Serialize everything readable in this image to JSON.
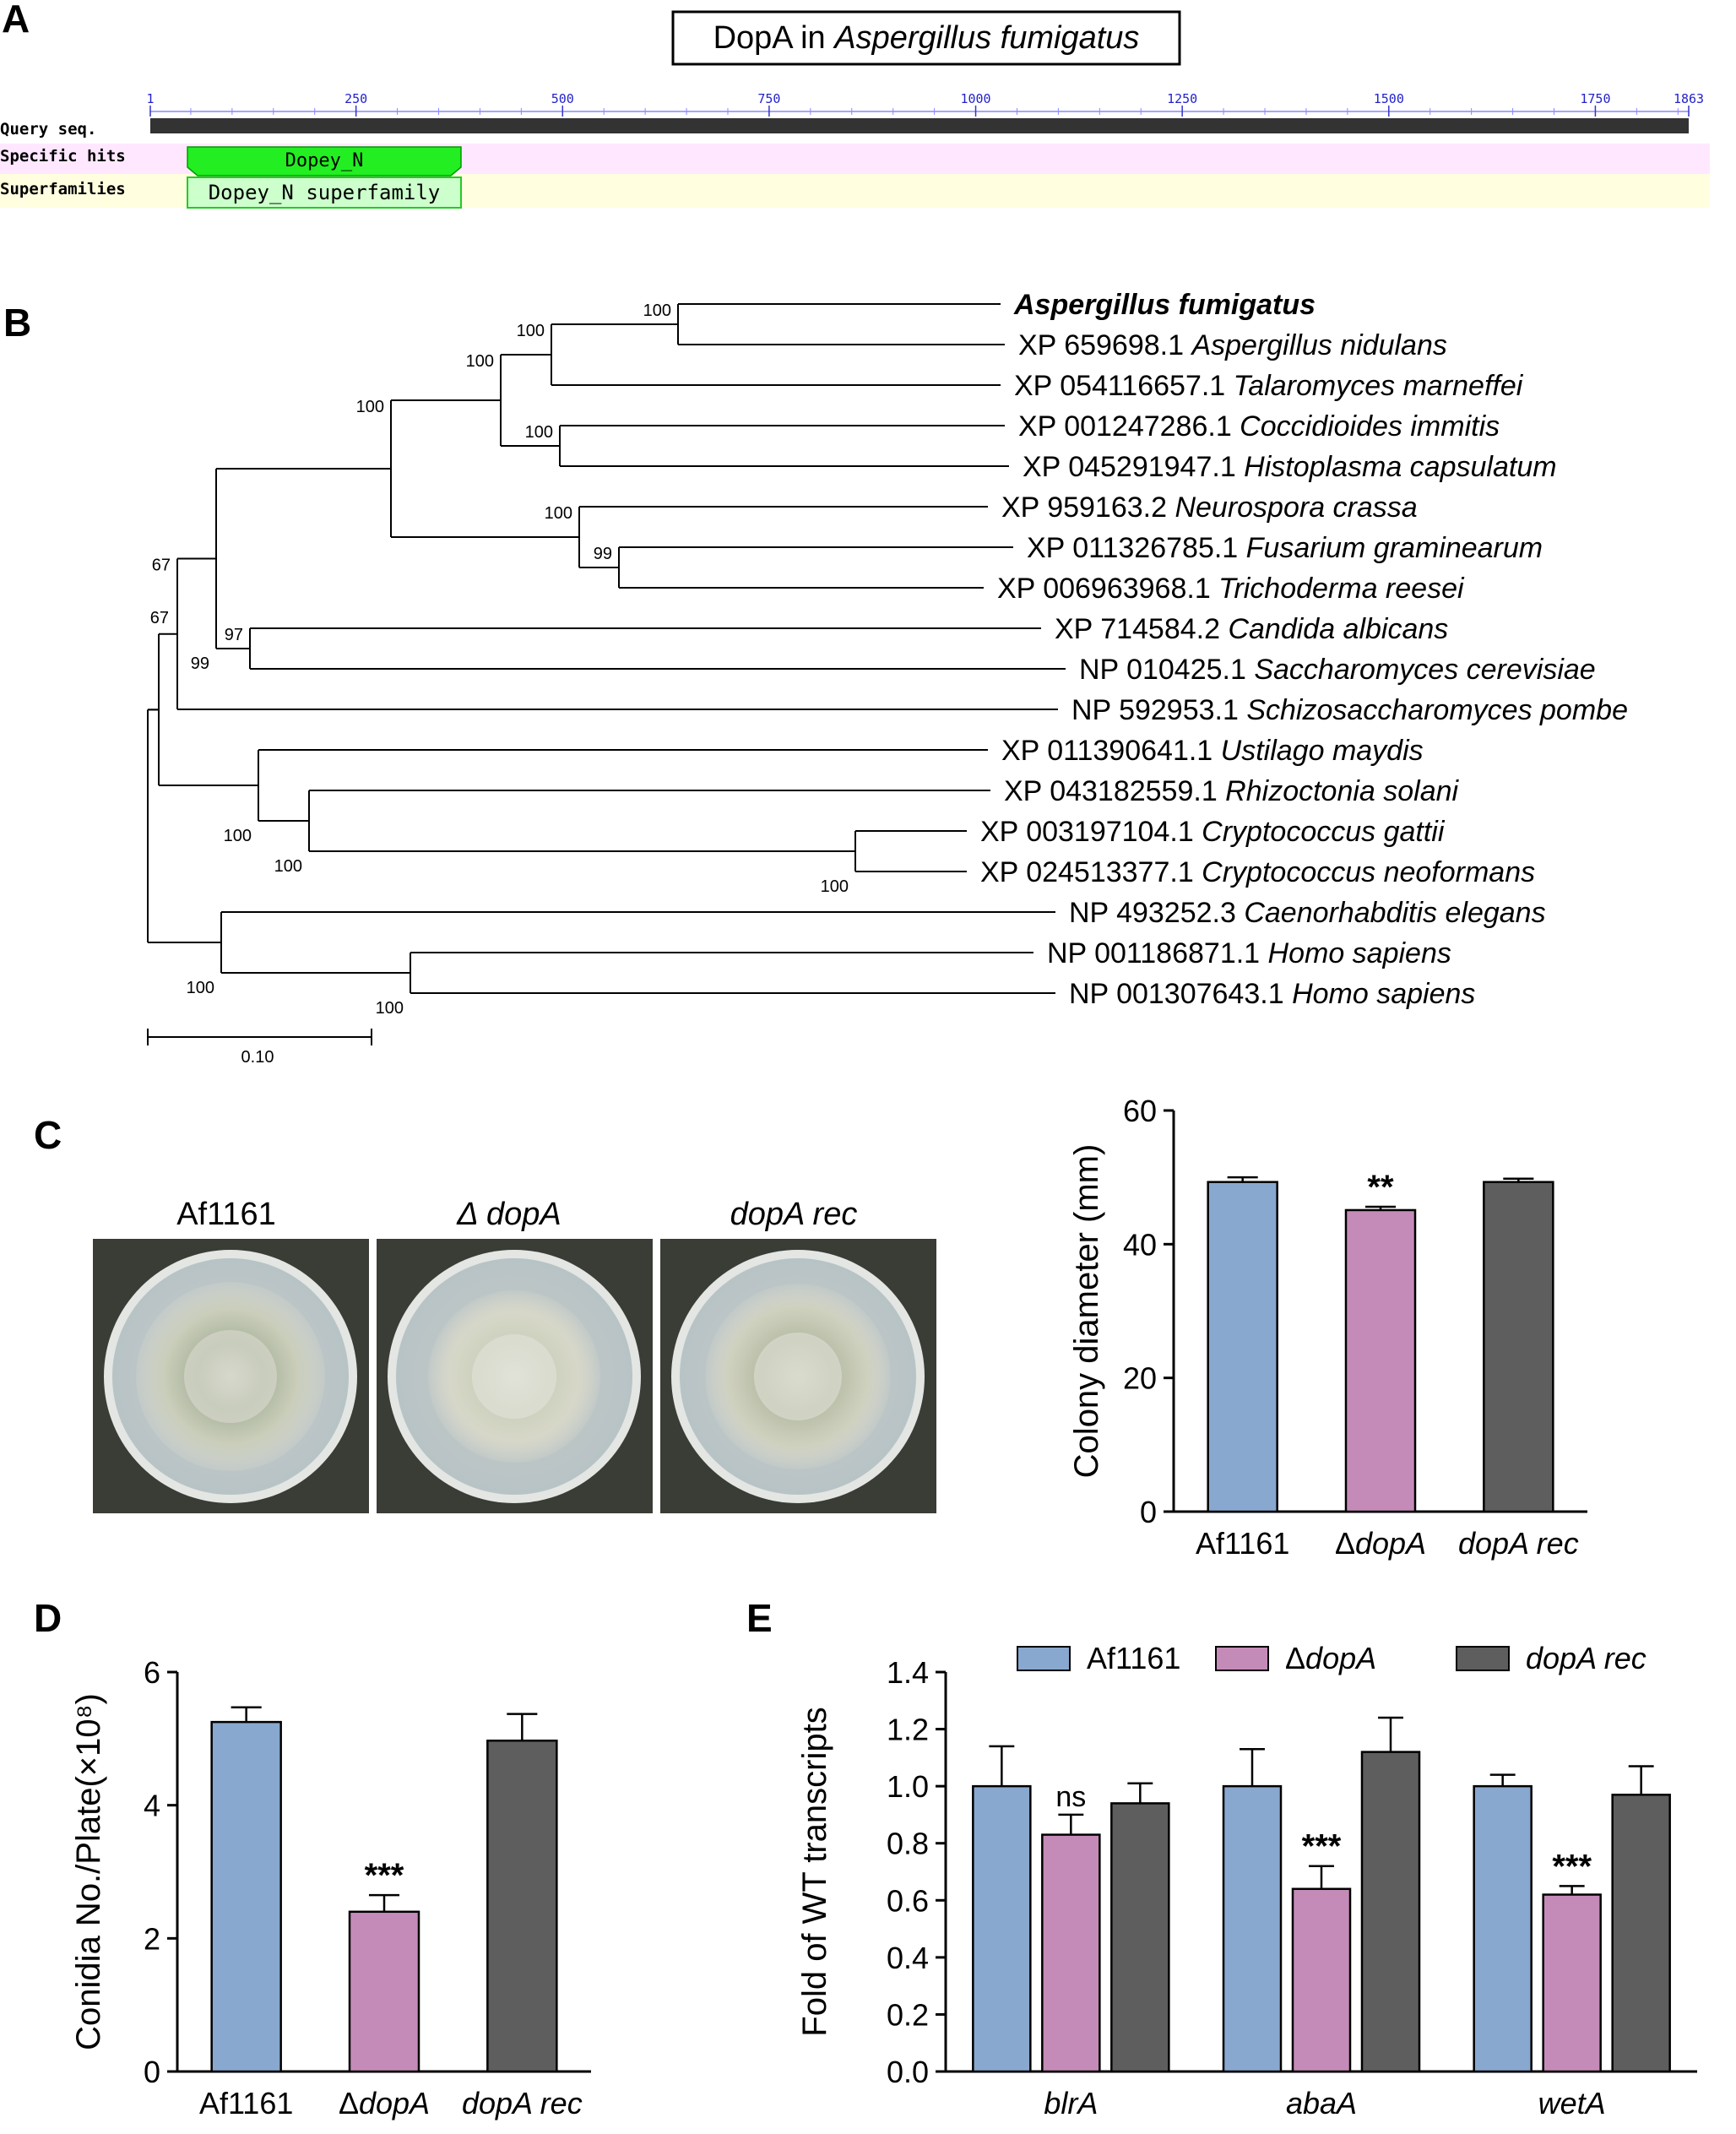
{
  "panels": {
    "a": {
      "letter": "A",
      "title_plain": "DopA in ",
      "title_italic": "Aspergillus fumigatus",
      "ruler_ticks": [
        "1",
        "250",
        "500",
        "750",
        "1000",
        "1250",
        "1500",
        "1750",
        "1863"
      ],
      "row_labels": [
        "Query seq.",
        "Specific hits",
        "Superfamilies"
      ],
      "specific_hit": "Dopey_N",
      "superfamily": "Dopey_N superfamily",
      "colors": {
        "query_bar": "#333333",
        "hit": "#22ee22",
        "superfamily": "#ccffcc",
        "row1": "#ffe8ff",
        "row2": "#ffffe0"
      }
    },
    "b": {
      "letter": "B",
      "taxa": [
        {
          "acc": "",
          "species": "Aspergillus fumigatus",
          "bold": true
        },
        {
          "acc": "XP 659698.1",
          "species": "Aspergillus nidulans"
        },
        {
          "acc": "XP 054116657.1",
          "species": "Talaromyces marneffei"
        },
        {
          "acc": "XP 001247286.1",
          "species": "Coccidioides immitis"
        },
        {
          "acc": "XP 045291947.1",
          "species": "Histoplasma capsulatum"
        },
        {
          "acc": "XP 959163.2",
          "species": "Neurospora crassa"
        },
        {
          "acc": "XP 011326785.1",
          "species": "Fusarium graminearum"
        },
        {
          "acc": "XP 006963968.1",
          "species": "Trichoderma reesei"
        },
        {
          "acc": "XP 714584.2",
          "species": "Candida albicans"
        },
        {
          "acc": "NP 010425.1",
          "species": "Saccharomyces cerevisiae"
        },
        {
          "acc": "NP 592953.1",
          "species": "Schizosaccharomyces pombe"
        },
        {
          "acc": "XP 011390641.1",
          "species": "Ustilago maydis"
        },
        {
          "acc": "XP 043182559.1",
          "species": "Rhizoctonia solani"
        },
        {
          "acc": "XP 003197104.1",
          "species": "Cryptococcus gattii"
        },
        {
          "acc": "XP 024513377.1",
          "species": "Cryptococcus neoformans"
        },
        {
          "acc": "NP 493252.3",
          "species": "Caenorhabditis elegans"
        },
        {
          "acc": "NP 001186871.1",
          "species": "Homo sapiens"
        },
        {
          "acc": "NP 001307643.1",
          "species": "Homo sapiens"
        }
      ],
      "bootstrap": [
        "100",
        "100",
        "100",
        "100",
        "100",
        "99",
        "100",
        "99",
        "97",
        "67",
        "100",
        "100",
        "100",
        "100",
        "100"
      ],
      "scale_label": "0.10"
    },
    "c": {
      "letter": "C",
      "plate_labels": [
        "Af1161",
        "Δ dopA",
        "dopA rec"
      ]
    },
    "d": {
      "letter": "D"
    },
    "e": {
      "letter": "E"
    }
  },
  "chart_data": [
    {
      "id": "C",
      "type": "bar",
      "categories": [
        "Af1161",
        "ΔdopA",
        "dopA rec"
      ],
      "values": [
        49.3,
        45.1,
        49.3
      ],
      "errors": [
        0.7,
        0.5,
        0.5
      ],
      "significance": [
        "",
        "**",
        ""
      ],
      "ylabel": "Colony diameter (mm)",
      "ylim": [
        0,
        60
      ],
      "yticks": [
        "0",
        "20",
        "40",
        "60"
      ],
      "colors": [
        "#89a8cf",
        "#c58bb8",
        "#5e5e5e"
      ]
    },
    {
      "id": "D",
      "type": "bar",
      "categories": [
        "Af1161",
        "ΔdopA",
        "dopA rec"
      ],
      "values": [
        5.25,
        2.4,
        4.97
      ],
      "errors": [
        0.22,
        0.25,
        0.4
      ],
      "significance": [
        "",
        "***",
        ""
      ],
      "ylabel": "Conidia No./Plate(×10⁸)",
      "ylim": [
        0,
        6
      ],
      "yticks": [
        "0",
        "2",
        "4",
        "6"
      ],
      "colors": [
        "#89a8cf",
        "#c58bb8",
        "#5e5e5e"
      ]
    },
    {
      "id": "E",
      "type": "bar",
      "categories": [
        "blrA",
        "abaA",
        "wetA"
      ],
      "series": [
        {
          "name": "Af1161",
          "values": [
            1.0,
            1.0,
            1.0
          ],
          "errors": [
            0.14,
            0.13,
            0.04
          ],
          "color": "#89a8cf"
        },
        {
          "name": "ΔdopA",
          "values": [
            0.83,
            0.64,
            0.62
          ],
          "errors": [
            0.07,
            0.08,
            0.03
          ],
          "color": "#c58bb8"
        },
        {
          "name": "dopA rec",
          "values": [
            0.94,
            1.12,
            0.97
          ],
          "errors": [
            0.07,
            0.12,
            0.1
          ],
          "color": "#5e5e5e"
        }
      ],
      "significance": [
        [
          "",
          "ns",
          ""
        ],
        [
          "",
          "***",
          ""
        ],
        [
          "",
          "***",
          ""
        ]
      ],
      "ylabel": "Fold of WT transcripts",
      "ylim": [
        0,
        1.4
      ],
      "yticks": [
        "0.0",
        "0.2",
        "0.4",
        "0.6",
        "0.8",
        "1.0",
        "1.2",
        "1.4"
      ],
      "legend_position": "top"
    }
  ]
}
